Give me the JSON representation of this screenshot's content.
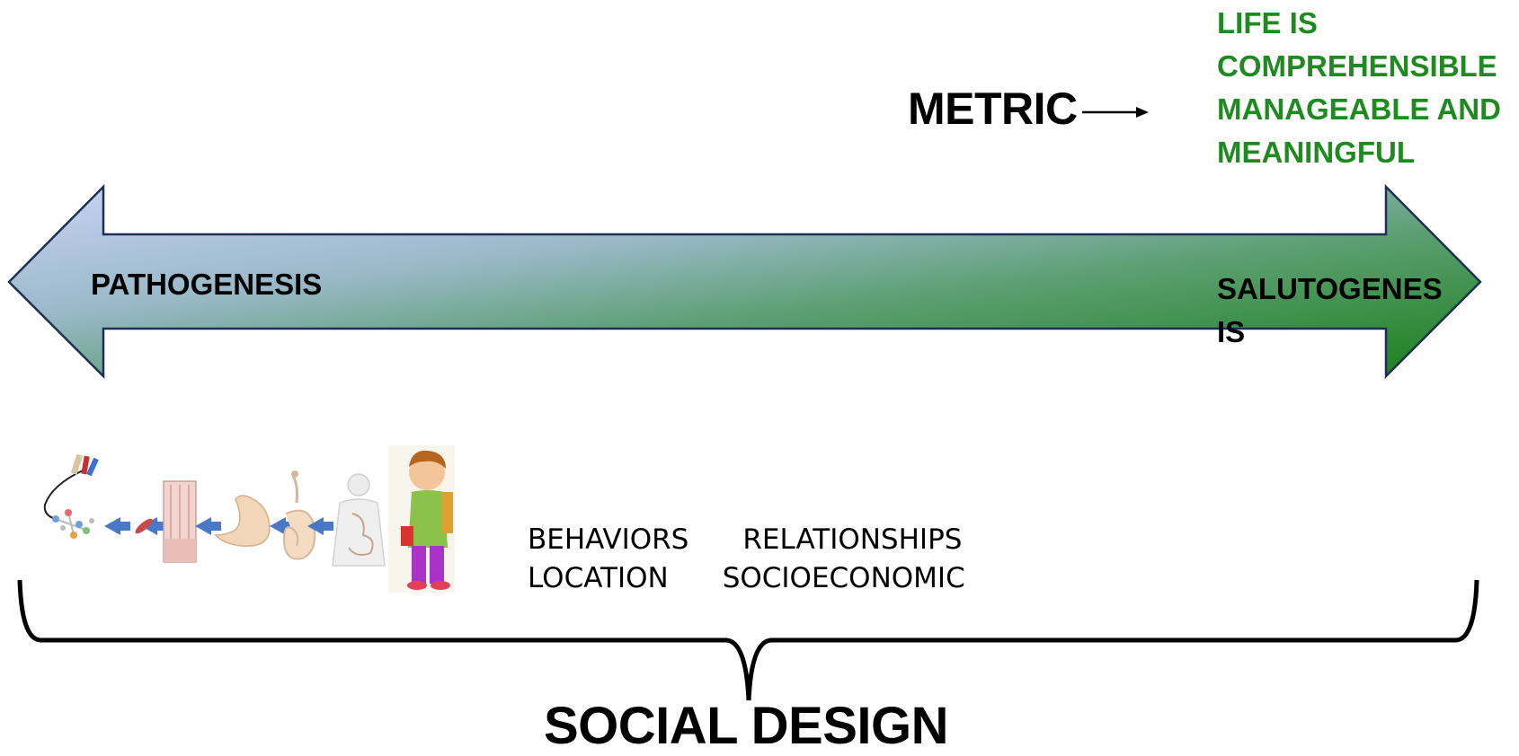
{
  "metric": {
    "label": "METRIC"
  },
  "goal": {
    "lines": [
      "LIFE IS",
      "COMPREHENSIBLE",
      "MANAGEABLE AND",
      "MEANINGFUL"
    ],
    "color": "#1f8a1f"
  },
  "spectrum": {
    "left_label": "PATHOGENESIS",
    "right_label": "SALUTOGENESIS",
    "gradient_start": "#c9d2f6",
    "gradient_end": "#1a7f1a",
    "outline": "#1e2f55"
  },
  "factors": {
    "items": [
      "BEHAVIORS",
      "RELATIONSHIPS",
      "LOCATION",
      "SOCIOECONOMIC"
    ]
  },
  "social_design": {
    "label": "SOCIAL DESIGN"
  },
  "illustration": {
    "icons": [
      "molecule-icon",
      "muscle-fiber-icon",
      "tissue-icon",
      "stomach-icon",
      "intestine-icon",
      "body-digestive-icon",
      "sick-boy-icon"
    ],
    "arrow_color": "#4a78c9"
  }
}
